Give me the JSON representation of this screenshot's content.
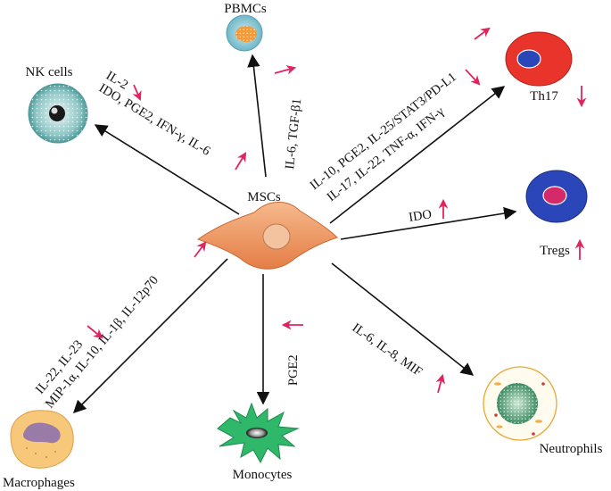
{
  "center": {
    "label": "MSCs"
  },
  "targets": {
    "pbmcs": {
      "label": "PBMCs",
      "factors": [
        {
          "text": "IL-6, TGF-β1",
          "arrow": "up"
        }
      ]
    },
    "nk": {
      "label": "NK cells",
      "factors": [
        {
          "text": "IL-2",
          "arrow": "down"
        },
        {
          "text": "IDO, PGE2, IFN-γ, IL-6",
          "arrow": "up"
        }
      ]
    },
    "th17": {
      "label": "Th17",
      "label_arrow": "down",
      "factors": [
        {
          "text": "IL-10, PGE2, IL-25/STAT3/PD-L1",
          "arrow": "up"
        },
        {
          "text": "IL-17, IL-22, TNF-α, IFN-γ",
          "arrow": "down"
        }
      ]
    },
    "tregs": {
      "label": "Tregs",
      "label_arrow": "up",
      "factors": [
        {
          "text": "IDO",
          "arrow": "up"
        }
      ]
    },
    "neutrophils": {
      "label": "Neutrophils",
      "factors": [
        {
          "text": "IL-6, IL-8, MIF",
          "arrow": "up"
        }
      ]
    },
    "monocytes": {
      "label": "Monocytes",
      "factors": [
        {
          "text": "PGE2",
          "arrow": "left"
        }
      ]
    },
    "macrophages": {
      "label": "Macrophages",
      "factors": [
        {
          "text": "IL-22, IL-23",
          "arrow": "down"
        },
        {
          "text": "MIP-1α, IL-10, IL-1β, IL-12p70",
          "arrow": "up"
        }
      ]
    }
  },
  "colors": {
    "msc": "#f0a070",
    "nk": "#8fc6c6",
    "th17_outer": "#e8342a",
    "th17_inner": "#2a46b8",
    "tregs_outer": "#2a46b8",
    "tregs_inner": "#d42a6a",
    "monocyte": "#2fb86a",
    "macrophage": "#f7c77a",
    "macro_nucleus": "#9a7aa6",
    "neutrophil_nucleus": "#5a9a7a",
    "indicator": "#e0245e"
  }
}
